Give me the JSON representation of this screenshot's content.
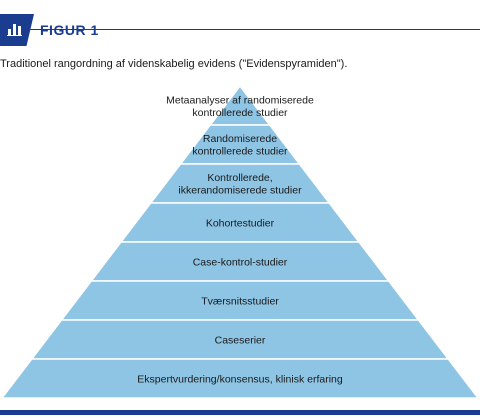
{
  "header": {
    "figure_label": "FIGUR 1",
    "icon": "bar-chart-icon",
    "accent_color": "#1b3d8f"
  },
  "caption": "Traditionel rangordning af videnskabelig evidens (\"Evidenspyramiden\").",
  "pyramid": {
    "fill_color": "#8ec4e4",
    "line_color": "#ffffff",
    "levels": [
      {
        "lines": [
          "Metaanalyser af randomiserede",
          "kontrollerede studier"
        ]
      },
      {
        "lines": [
          "Randomiserede",
          "kontrollerede studier"
        ]
      },
      {
        "lines": [
          "Kontrollerede,",
          "ikkerandomiserede studier"
        ]
      },
      {
        "lines": [
          "Kohortestudier"
        ]
      },
      {
        "lines": [
          "Case-kontrol-studier"
        ]
      },
      {
        "lines": [
          "Tværsnitsstudier"
        ]
      },
      {
        "lines": [
          "Caseserier"
        ]
      },
      {
        "lines": [
          "Ekspertvurdering/konsensus, klinisk erfaring"
        ]
      }
    ]
  }
}
